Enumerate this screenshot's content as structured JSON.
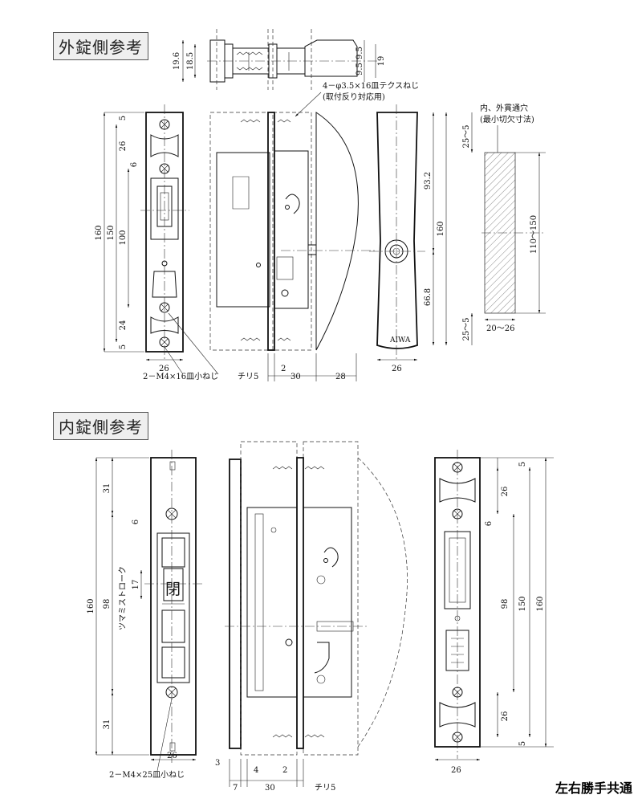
{
  "sections": {
    "outer": {
      "title": "外錠側参考"
    },
    "inner": {
      "title": "内錠側参考"
    }
  },
  "notes": {
    "screw_tex": "4－φ3.5×16皿テクスねじ",
    "screw_tex_sub": "(取付反り対応用)",
    "through_hole": "内、外貫通穴",
    "through_hole_sub": "(最小切欠寸法)",
    "screw_outer": "2－M4×16皿小ねじ",
    "screw_inner": "2－M4×25皿小ねじ",
    "knob_stroke": "ツマミストローク",
    "closed_mark": "閉",
    "brand": "AIWA",
    "both_hands": "左右勝手共通"
  },
  "dimensions": {
    "outer_plan": {
      "d19_6": "19.6",
      "d18_5": "18.5",
      "d9_5a": "9.5",
      "d9_5b": "9.5",
      "d19": "19"
    },
    "outer_front": {
      "d5a": "5",
      "d26": "26",
      "d6": "6",
      "d160": "160",
      "d150": "150",
      "d100": "100",
      "d24": "24",
      "d5b": "5",
      "d26w": "26"
    },
    "outer_side": {
      "chiri": "チリ5",
      "d2": "2",
      "d30": "30",
      "d28": "28"
    },
    "outer_case": {
      "d93_2": "93.2",
      "d160": "160",
      "d66_8": "66.8",
      "d26w": "26"
    },
    "hole": {
      "d25_5a": "25～5",
      "d110_150": "110～150",
      "d25_5b": "25～5",
      "d20_26": "20～26"
    },
    "inner_front": {
      "d31a": "31",
      "d6": "6",
      "d17": "17",
      "d98": "98",
      "d160": "160",
      "d31b": "31",
      "d26w": "26"
    },
    "inner_side": {
      "d3": "3",
      "d4": "4",
      "d2": "2",
      "d7": "7",
      "d30": "30",
      "chiri": "チリ5"
    },
    "inner_back": {
      "d5a": "5",
      "d26a": "26",
      "d6": "6",
      "d98": "98",
      "d150": "150",
      "d160": "160",
      "d26b": "26",
      "d5b": "5",
      "d26w": "26"
    }
  }
}
